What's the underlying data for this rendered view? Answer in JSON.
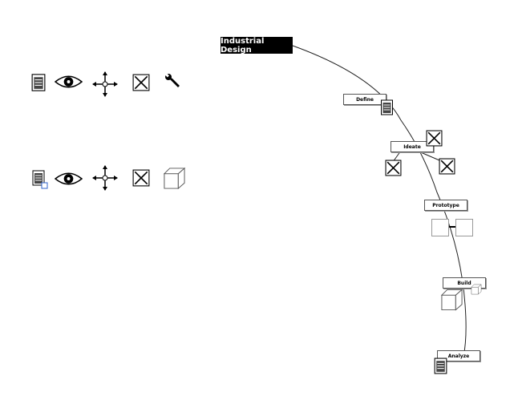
{
  "diagram": {
    "title": "Industrial Design",
    "stages": [
      {
        "label": "Define"
      },
      {
        "label": "Ideate"
      },
      {
        "label": "Prototype"
      },
      {
        "label": "Build"
      },
      {
        "label": "Analyze"
      }
    ]
  },
  "toolbar_top": [
    "document-icon",
    "eye-icon",
    "move-icon",
    "close-box-icon",
    "wrench-icon"
  ],
  "toolbar_bottom": [
    "document-linked-icon",
    "eye-icon",
    "move-icon",
    "close-box-icon",
    "cube-icon"
  ]
}
